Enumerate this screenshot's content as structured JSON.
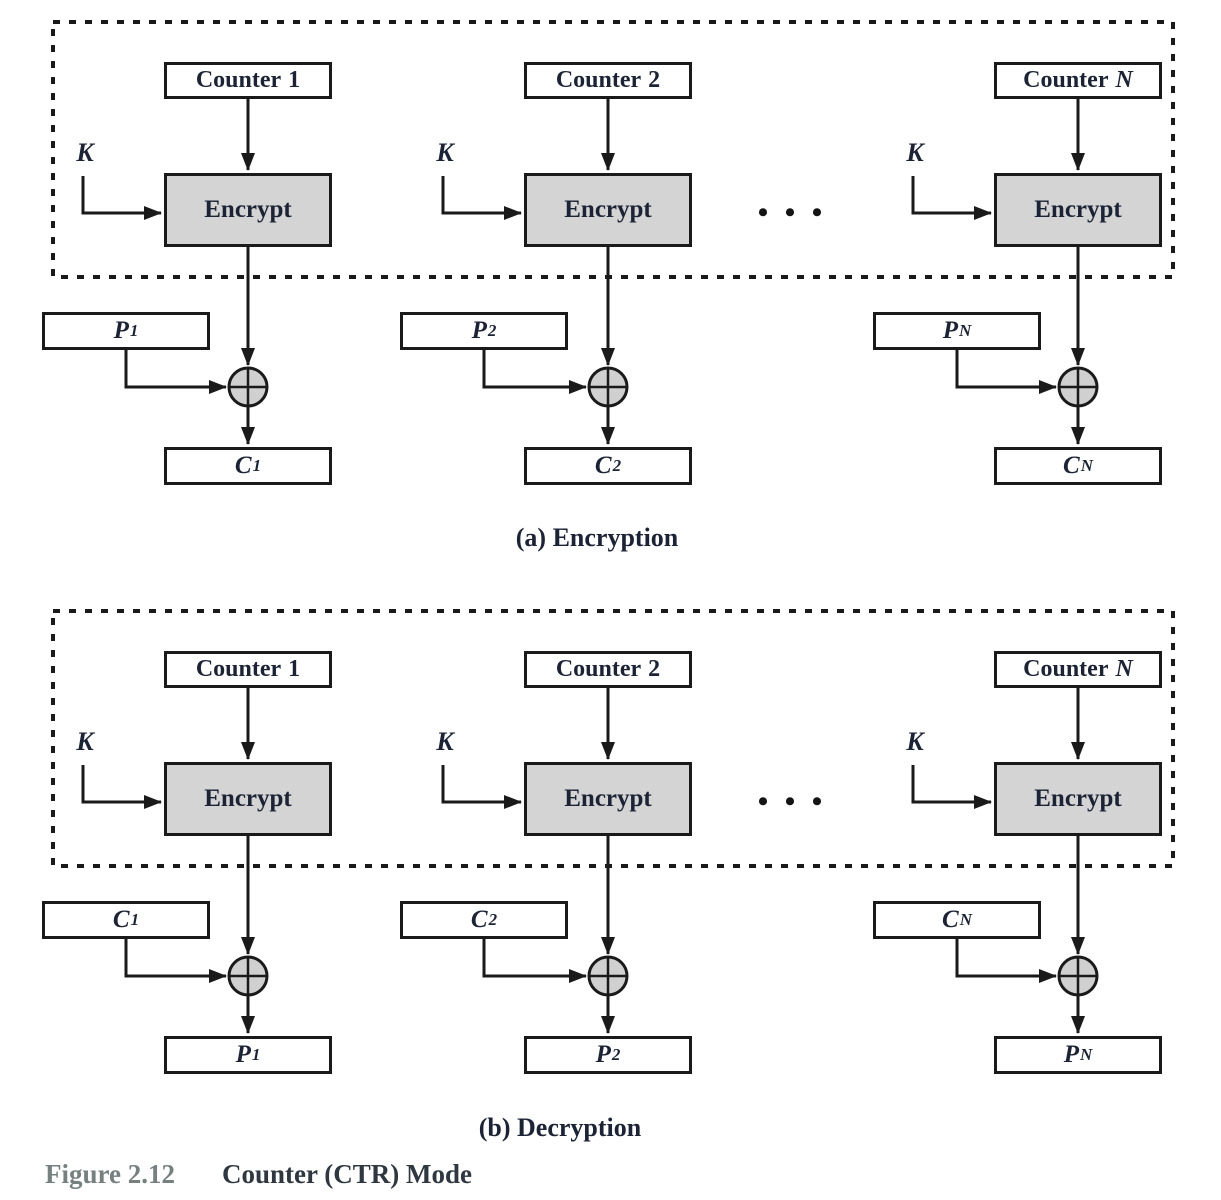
{
  "figure": {
    "caption_number": "Figure 2.12",
    "caption_title": "Counter (CTR) Mode"
  },
  "ellipsis": "• • •",
  "sections": [
    {
      "label": "(a) Encryption",
      "key_label": "K",
      "columns": [
        {
          "counter_prefix": "Counter",
          "counter_suffix": "1",
          "cipher": "Encrypt",
          "input_letter": "P",
          "input_sub": "1",
          "output_letter": "C",
          "output_sub": "1"
        },
        {
          "counter_prefix": "Counter",
          "counter_suffix": "2",
          "cipher": "Encrypt",
          "input_letter": "P",
          "input_sub": "2",
          "output_letter": "C",
          "output_sub": "2"
        },
        {
          "counter_prefix": "Counter",
          "counter_suffix": "N",
          "cipher": "Encrypt",
          "input_letter": "P",
          "input_sub": "N",
          "output_letter": "C",
          "output_sub": "N"
        }
      ]
    },
    {
      "label": "(b) Decryption",
      "key_label": "K",
      "columns": [
        {
          "counter_prefix": "Counter",
          "counter_suffix": "1",
          "cipher": "Encrypt",
          "input_letter": "C",
          "input_sub": "1",
          "output_letter": "P",
          "output_sub": "1"
        },
        {
          "counter_prefix": "Counter",
          "counter_suffix": "2",
          "cipher": "Encrypt",
          "input_letter": "C",
          "input_sub": "2",
          "output_letter": "P",
          "output_sub": "2"
        },
        {
          "counter_prefix": "Counter",
          "counter_suffix": "N",
          "cipher": "Encrypt",
          "input_letter": "C",
          "input_sub": "N",
          "output_letter": "P",
          "output_sub": "N"
        }
      ]
    }
  ],
  "icons": {
    "xor": "⊕"
  },
  "colors": {
    "line": "#1a1a1a",
    "text": "#1c2335",
    "encrypt_fill": "#d4d4d4",
    "xor_fill": "#d0d0d0",
    "caption_number": "#75807f",
    "caption_title": "#2f3840"
  }
}
